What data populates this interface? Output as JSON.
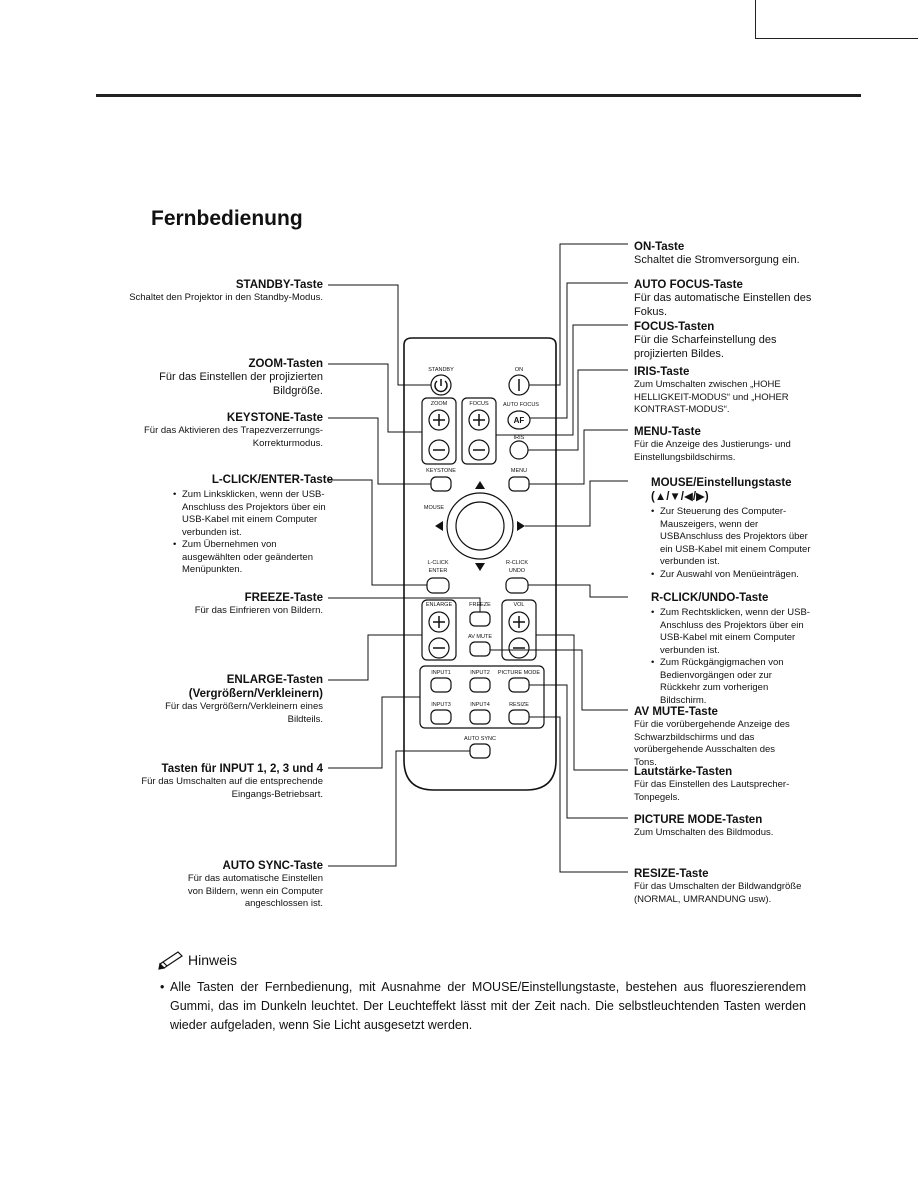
{
  "section_title": "Fernbedienung",
  "remote_labels": {
    "standby": "STANDBY",
    "on": "ON",
    "zoom": "ZOOM",
    "focus": "FOCUS",
    "auto_focus": "AUTO FOCUS",
    "af": "AF",
    "iris": "IRIS",
    "keystone": "KEYSTONE",
    "menu": "MENU",
    "mouse": "MOUSE",
    "l_click": "L-CLICK",
    "enter": "ENTER",
    "r_click": "R-CLICK",
    "undo": "UNDO",
    "enlarge": "ENLARGE",
    "freeze": "FREEZE",
    "vol": "VOL",
    "av_mute": "AV MUTE",
    "input1": "INPUT1",
    "input2": "INPUT2",
    "input3": "INPUT3",
    "input4": "INPUT4",
    "picture_mode": "PICTURE MODE",
    "resize": "RESIZE",
    "auto_sync": "AUTO SYNC"
  },
  "callouts_left": [
    {
      "title": "STANDBY-Taste",
      "desc": "Schaltet den Projektor in den Standby-Modus."
    },
    {
      "title": "ZOOM-Tasten",
      "desc": "Für das Einstellen der projizierten Bildgröße."
    },
    {
      "title": "KEYSTONE-Taste",
      "desc": "Für das Aktivieren des Trapezverzerrungs-Korrekturmodus."
    },
    {
      "title": "L-CLICK/ENTER-Taste",
      "bullets": [
        "Zum Linksklicken, wenn der USB-Anschluss des Projektors über ein USB-Kabel mit einem Computer verbunden ist.",
        "Zum Übernehmen von ausgewählten oder geänderten Menüpunkten."
      ]
    },
    {
      "title": "FREEZE-Taste",
      "desc": "Für das Einfrieren von Bildern."
    },
    {
      "title": "ENLARGE-Tasten (Vergrößern/Verkleinern)",
      "desc": "Für das Vergrößern/Verkleinern eines Bildteils."
    },
    {
      "title": "Tasten für INPUT 1, 2, 3 und 4",
      "desc": "Für das Umschalten auf die entsprechende Eingangs-Betriebsart."
    },
    {
      "title": "AUTO SYNC-Taste",
      "desc": "Für das automatische Einstellen von Bildern, wenn ein Computer angeschlossen ist."
    }
  ],
  "callouts_right": [
    {
      "title": "ON-Taste",
      "desc": "Schaltet die Stromversorgung ein."
    },
    {
      "title": "AUTO FOCUS-Taste",
      "desc": "Für das automatische Einstellen des Fokus."
    },
    {
      "title": "FOCUS-Tasten",
      "desc": "Für die Scharfeinstellung des projizierten Bildes."
    },
    {
      "title": "IRIS-Taste",
      "desc": "Zum Umschalten zwischen „HOHE HELLIGKEIT-MODUS“ und „HOHER KONTRAST-MODUS“."
    },
    {
      "title": "MENU-Taste",
      "desc": "Für die Anzeige des Justierungs- und Einstellungsbildschirms."
    },
    {
      "title": "MOUSE/Einstellungstaste (▲/▼/◀/▶)",
      "bullets": [
        "Zur Steuerung des Computer-Mauszeigers, wenn der USBAnschluss des Projektors über ein USB-Kabel mit einem Computer verbunden ist.",
        "Zur Auswahl von Menüeinträgen."
      ]
    },
    {
      "title": "R-CLICK/UNDO-Taste",
      "bullets": [
        "Zum Rechtsklicken, wenn der USB-Anschluss des Projektors über ein USB-Kabel mit einem Computer verbunden ist.",
        "Zum Rückgängigmachen von Bedienvorgängen oder zur Rückkehr zum vorherigen Bildschirm."
      ]
    },
    {
      "title": "AV MUTE-Taste",
      "desc": "Für die vorübergehende Anzeige des Schwarzbildschirms und das vorübergehende Ausschalten des Tons."
    },
    {
      "title": "Lautstärke-Tasten",
      "desc": "Für das Einstellen des Lautsprecher-Tonpegels."
    },
    {
      "title": "PICTURE MODE-Tasten",
      "desc": "Zum Umschalten des Bildmodus."
    },
    {
      "title": "RESIZE-Taste",
      "desc": "Für das Umschalten der Bildwandgröße (NORMAL, UMRANDUNG usw)."
    }
  ],
  "note": {
    "heading": "Hinweis",
    "text": "Alle Tasten der Fernbedienung, mit Ausnahme der MOUSE/Einstellungstaste, bestehen aus fluoreszierendem Gummi, das im Dunkeln leuchtet. Der Leuchteffekt lässt mit der Zeit nach. Die selbstleuchtenden Tasten werden wieder aufgeladen, wenn Sie Licht ausgesetzt werden."
  }
}
